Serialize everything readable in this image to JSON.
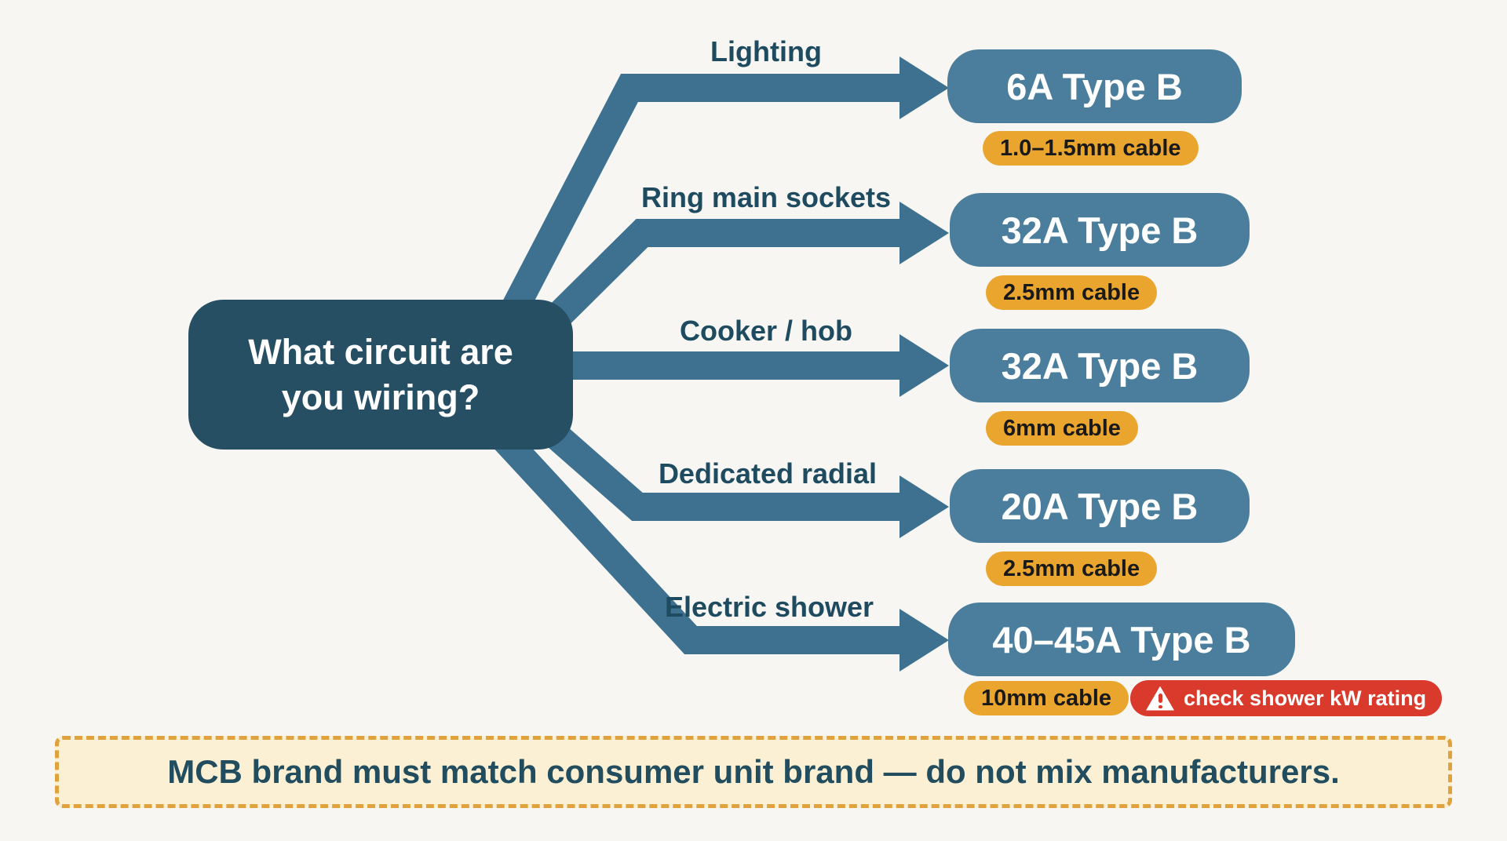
{
  "diagram": {
    "root": {
      "line1": "What circuit are",
      "line2": "you wiring?"
    },
    "branches": [
      {
        "label": "Lighting",
        "result": "6A Type B",
        "cable": "1.0–1.5mm cable"
      },
      {
        "label": "Ring main sockets",
        "result": "32A Type B",
        "cable": "2.5mm cable"
      },
      {
        "label": "Cooker / hob",
        "result": "32A Type B",
        "cable": "6mm cable"
      },
      {
        "label": "Dedicated radial",
        "result": "20A Type B",
        "cable": "2.5mm cable"
      },
      {
        "label": "Electric shower",
        "result": "40–45A Type B",
        "cable": "10mm cable",
        "warning": {
          "icon": "warning-triangle-icon",
          "text": "check shower kW rating"
        }
      }
    ],
    "footer_note": "MCB brand must match consumer unit brand — do not mix manufacturers.",
    "colors": {
      "background": "#f7f6f2",
      "root_node_bg": "#274f64",
      "result_box_bg": "#4a7e9c",
      "arrow": "#3e7190",
      "branch_label_text": "#1e4b60",
      "cable_badge_bg": "#e9a52e",
      "cable_badge_text": "#191919",
      "warning_badge_bg": "#d93a2b",
      "footer_bg": "#fbf0d4",
      "footer_border": "#e0a23c",
      "footer_text": "#214d5e"
    }
  }
}
